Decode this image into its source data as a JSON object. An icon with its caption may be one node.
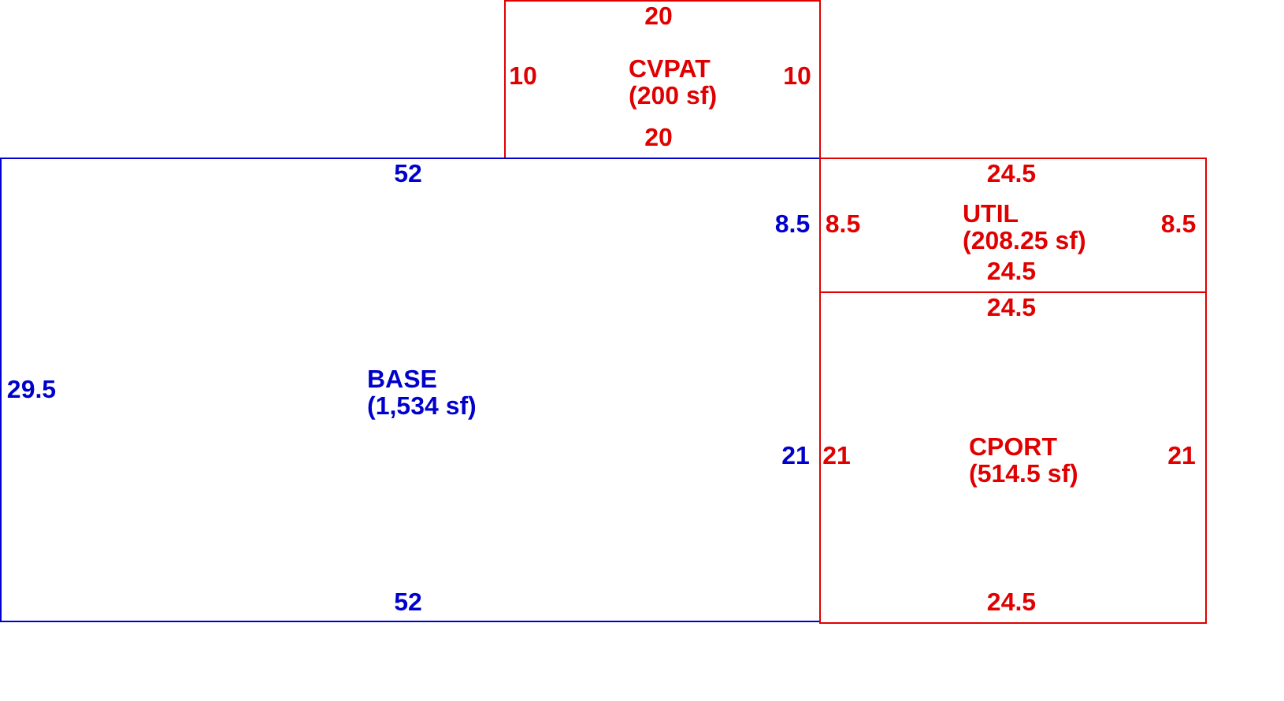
{
  "diagram": {
    "nodes": [
      {
        "text": [
          "CVPAT",
          "(200 sf)"
        ]
      },
      {
        "text": [
          "BASE",
          "(1,534 sf)"
        ]
      },
      {
        "text": [
          "UTIL",
          "(208.25 sf)"
        ]
      },
      {
        "text": [
          "CPORT",
          "(514.5 sf)"
        ]
      }
    ],
    "labels": [
      "20",
      "10",
      "10",
      "20",
      "52",
      "24.5",
      "8.5",
      "8.5",
      "8.5",
      "24.5",
      "24.5",
      "29.5",
      "21",
      "21",
      "21",
      "52",
      "24.5"
    ]
  }
}
